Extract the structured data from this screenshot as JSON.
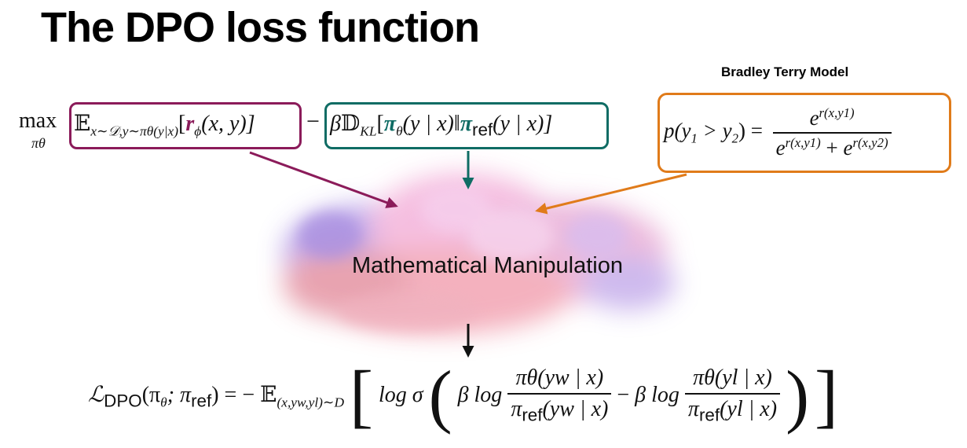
{
  "slide": {
    "title": "The DPO loss function",
    "bt_heading": "Bradley Terry Model",
    "cloud_label": "Mathematical Manipulation"
  },
  "objective": {
    "max_op": "max",
    "max_sub": "πθ",
    "reward_term": {
      "expect": "𝔼",
      "expect_sub": "x∼𝒟,y∼πθ(y|x)",
      "open": "[",
      "r": "r",
      "r_sub": "ϕ",
      "args": "(x, y)]"
    },
    "minus": "−",
    "kl_term": {
      "beta": "β",
      "div": "𝔻",
      "div_sub": "KL",
      "open": "[",
      "pi": "π",
      "pi_sub": "θ",
      "pi_args": "(y | x)‖",
      "pi_ref": "π",
      "ref_label": "ref",
      "ref_args": "(y | x)]"
    }
  },
  "bradley_terry": {
    "lhs": "p(y",
    "lhs_sub1": "1",
    "gt": " > y",
    "lhs_sub2": "2",
    "eq": ") =",
    "num_e": "e",
    "num_sup": "r(x,y1)",
    "den_e1": "e",
    "den_sup1": "r(x,y1)",
    "den_plus": " + ",
    "den_e2": "e",
    "den_sup2": "r(x,y2)"
  },
  "loss": {
    "script_l": "ℒ",
    "dpo_sub": "DPO",
    "args_open": "(π",
    "theta": "θ",
    "semi": "; π",
    "ref": "ref",
    "args_close": ") = −",
    "expect": "𝔼",
    "expect_sub": "(x,yw,yl)∼D",
    "log_sigma": "log σ",
    "beta_log1": "β log",
    "frac1_num": "πθ(yw | x)",
    "frac1_den_pi": "π",
    "frac1_den_ref": "ref",
    "frac1_den_args": "(yw | x)",
    "minus": "−",
    "beta_log2": "β log",
    "frac2_num": "πθ(yl | x)",
    "frac2_den_pi": "π",
    "frac2_den_ref": "ref",
    "frac2_den_args": "(yl | x)"
  },
  "colors": {
    "reward_box": "#8b1b5a",
    "kl_box": "#0f6c64",
    "bt_box": "#e07b1a",
    "arrow_down": "#111111"
  }
}
